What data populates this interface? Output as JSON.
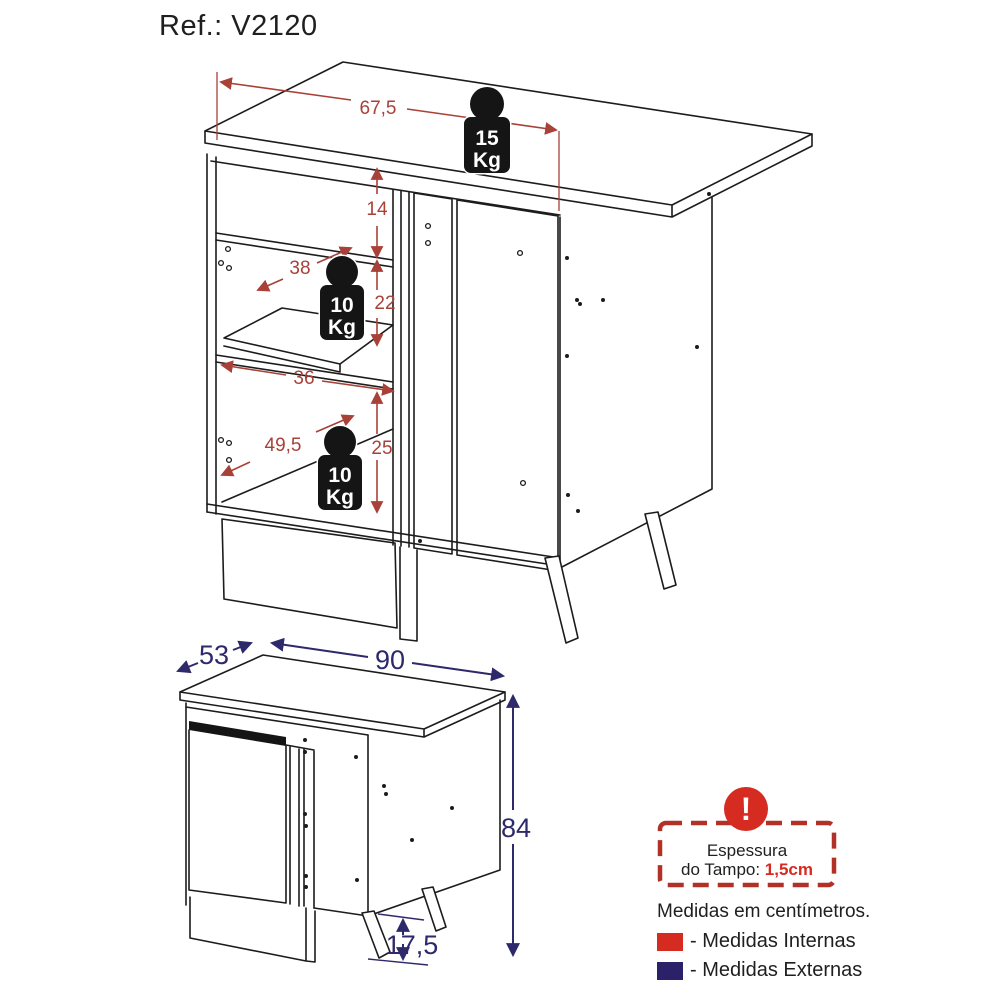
{
  "title": "Ref.: V2120",
  "top_view": {
    "dims": {
      "countertop_width": "67,5",
      "top_gap_height": "14",
      "shelf_depth": "38",
      "middle_gap_height": "22",
      "lower_width": "36",
      "bottom_depth": "49,5",
      "bottom_gap_height": "25"
    },
    "weights": [
      {
        "value": "15",
        "unit": "Kg"
      },
      {
        "value": "10",
        "unit": "Kg"
      },
      {
        "value": "10",
        "unit": "Kg"
      }
    ]
  },
  "front_view": {
    "dims": {
      "depth": "53",
      "width": "90",
      "height": "84",
      "leg_height": "17,5"
    }
  },
  "notice": {
    "icon": "!",
    "line1": "Espessura",
    "line2_prefix": "do Tampo: ",
    "line2_value": "1,5cm"
  },
  "units_note": "Medidas em centímetros.",
  "legend": [
    {
      "label": "- Medidas Internas",
      "color": "#d52b20"
    },
    {
      "label": "- Medidas Externas",
      "color": "#2b2168"
    }
  ],
  "colors": {
    "internal_dimension": "#a84138",
    "external_dimension": "#2e296b",
    "alert": "#d52b20",
    "dashed_border": "#b23127",
    "line_art": "#1c1c1c",
    "weight_badge": "#151515"
  }
}
